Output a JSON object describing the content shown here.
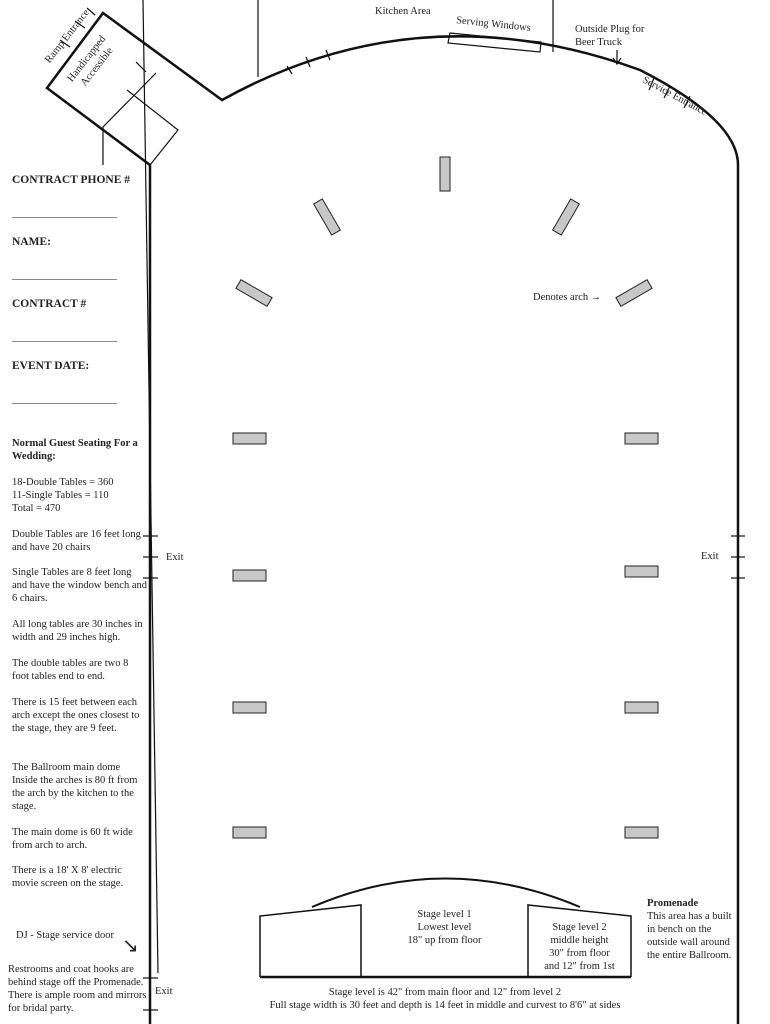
{
  "labels": {
    "kitchen": "Kitchen Area",
    "serving": "Serving Windows",
    "plug": "Outside Plug for Beer Truck",
    "service": "Service Entrance",
    "ramp": "Ramp Entrance",
    "handicapped": "Handicapped Accessible",
    "arch_note": "Denotes arch →",
    "exit": "Exit",
    "promenade_title": "Promenade",
    "promenade_text": "This area has a built in bench on the outside wall around the entire Ballroom.",
    "dj": "DJ - Stage service door",
    "arrow": "↘"
  },
  "form": {
    "phone": "CONTRACT PHONE #",
    "name": "NAME:",
    "contract": "CONTRACT #",
    "date": "EVENT DATE:",
    "blank": "____________________"
  },
  "notes": [
    "Normal Guest Seating For a Wedding:",
    "18-Double Tables = 360\n11-Single Tables = 110\nTotal = 470",
    "Double Tables are 16 feet long and have 20 chairs",
    "Single Tables are 8 feet long and have the window bench and 6 chairs.",
    "All long tables are 30 inches in width and 29 inches high.",
    "The double tables are two 8 foot tables end to end.",
    "There is 15 feet between each arch except the ones closest to the stage, they are 9 feet.",
    "The Ballroom main dome Inside the arches is 80 ft from the arch by the kitchen to the stage.",
    "The main dome is 60 ft wide from arch to arch.",
    "There is a 18' X 8' electric movie screen on the stage.",
    "Restrooms and coat hooks are behind stage off the Promenade. There is ample room and mirrors for bridal party."
  ],
  "stage": {
    "level1": "Stage level 1\nLowest level\n18\" up from floor",
    "level2": "Stage level 2\nmiddle height\n30\" from floor\nand 12\" from 1st",
    "caption1": "Stage level is 42\" from main floor and 12\" from level 2",
    "caption2": "Full stage width is 30 feet and depth is 14 feet in middle and curvest to 8'6\" at sides"
  }
}
